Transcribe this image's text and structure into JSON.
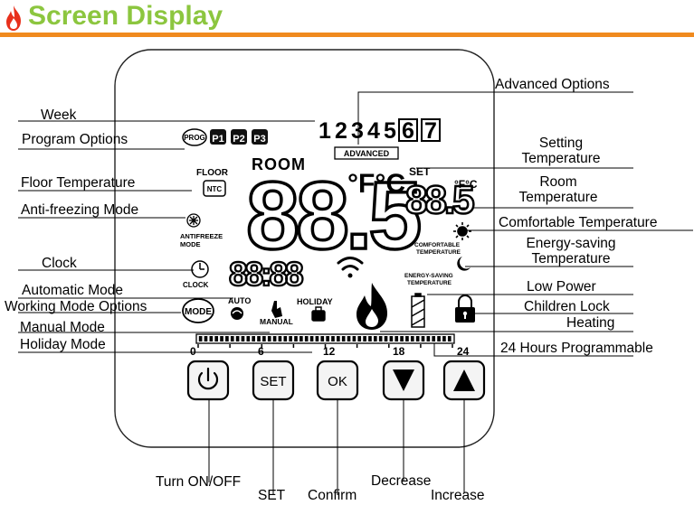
{
  "header": {
    "title": "Screen Display"
  },
  "labels": {
    "week": "Week",
    "program_options": "Program Options",
    "floor_temperature": "Floor Temperature",
    "anti_freezing_mode": "Anti-freezing Mode",
    "clock": "Clock",
    "automatic_mode": "Automatic Mode",
    "working_mode_options": "Working Mode Options",
    "manual_mode": "Manual Mode",
    "holiday_mode": "Holiday Mode",
    "advanced_options": "Advanced Options",
    "setting_temperature": [
      "Setting",
      "Temperature"
    ],
    "room_temperature": [
      "Room",
      "Temperature"
    ],
    "comfortable_temperature": "Comfortable Temperature",
    "energy_saving_temperature": [
      "Energy-saving",
      "Temperature"
    ],
    "low_power": "Low Power",
    "children_lock": "Children Lock",
    "heating": "Heating",
    "hours_programmable": "24 Hours Programmable",
    "turn_on_off": "Turn ON/OFF",
    "set": "SET",
    "confirm": "Confirm",
    "decrease": "Decrease",
    "increase": "Increase"
  },
  "display": {
    "week_days": [
      "1",
      "2",
      "3",
      "4",
      "5",
      "6",
      "7"
    ],
    "highlighted_days": [
      "6",
      "7"
    ],
    "prog_badge": "PROG",
    "programs": [
      "P1",
      "P2",
      "P3"
    ],
    "advanced_badge": "ADVANCED",
    "room_label": "ROOM",
    "main_temperature": "88.5",
    "main_unit": "°F°C",
    "set_label": "SET",
    "set_temperature": "88.5",
    "set_unit": "°F°C",
    "floor_label": "FLOOR",
    "ntc_label": "NTC",
    "antifreeze_label": [
      "ANTIFREEZE",
      "MODE"
    ],
    "clock_time": "88:88",
    "clock_label": "CLOCK",
    "mode_button": "MODE",
    "auto_label": "AUTO",
    "manual_label": "MANUAL",
    "holiday_label": "HOLIDAY",
    "comfortable_label": [
      "COMFORTABLE",
      "TEMPERATURE"
    ],
    "energy_label": [
      "ENERGY-SAVING",
      "TEMPERATURE"
    ],
    "timeline_ticks": [
      "0",
      "6",
      "12",
      "18",
      "24"
    ]
  },
  "buttons": {
    "power_icon": "power-icon",
    "set_label": "SET",
    "ok_label": "OK",
    "down_icon": "triangle-down-icon",
    "up_icon": "triangle-up-icon"
  },
  "colors": {
    "title": "#8cc63f",
    "rule": "#f08a1e",
    "flame": "#e8301c"
  }
}
